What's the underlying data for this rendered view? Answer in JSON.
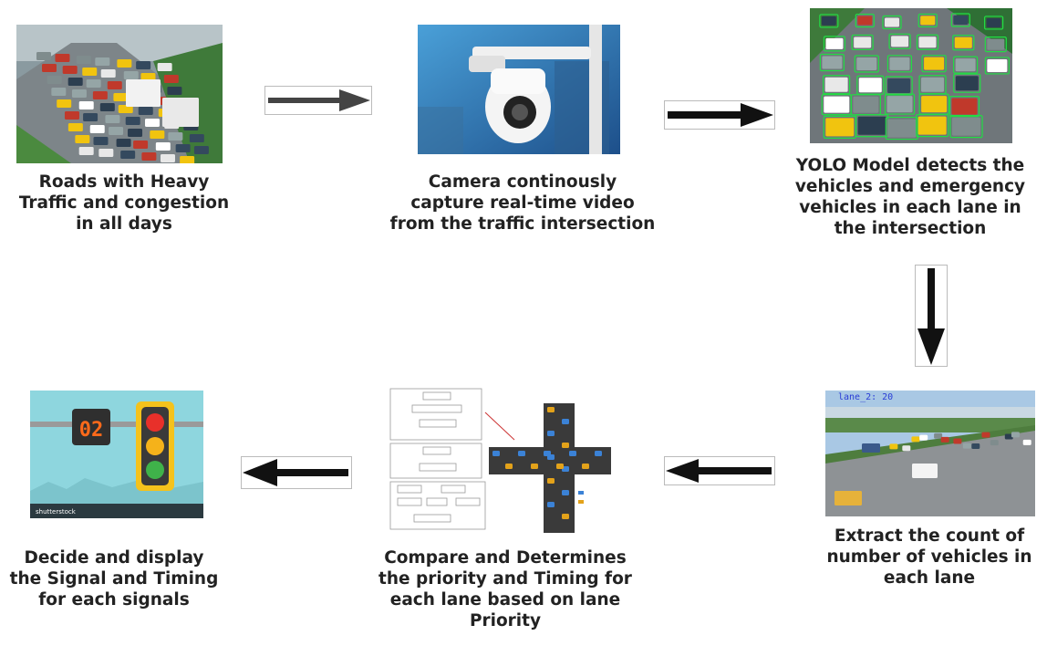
{
  "colors": {
    "arrow": "#222222",
    "text": "#222222",
    "detect_box": "#22dd44"
  },
  "steps": [
    {
      "id": "traffic",
      "caption": "Roads with Heavy\nTraffic and congestion\nin all days",
      "image": "traffic-congestion-photo"
    },
    {
      "id": "camera",
      "caption": "Camera continously\ncapture real-time video\nfrom the traffic intersection",
      "image": "cctv-camera-photo"
    },
    {
      "id": "yolo",
      "caption": "YOLO Model detects  the\nvehicles and emergency\nvehicles in each lane in\nthe intersection",
      "image": "yolo-detection-photo"
    },
    {
      "id": "count",
      "caption": "Extract the count  of\nnumber of vehicles in\neach lane",
      "image": "lane-count-photo",
      "overlay_text": "lane_2: 20"
    },
    {
      "id": "compare",
      "caption": "Compare and Determines\nthe priority and Timing for\neach lane based on lane\nPriority",
      "image": "priority-flowchart-intersection"
    },
    {
      "id": "signal",
      "caption": "Decide and display\nthe Signal and Timing\nfor each signals",
      "image": "traffic-signal-illustration",
      "countdown": "02",
      "watermark": "shutterstock"
    }
  ],
  "arrows": [
    {
      "from": "traffic",
      "to": "camera",
      "direction": "right"
    },
    {
      "from": "camera",
      "to": "yolo",
      "direction": "right"
    },
    {
      "from": "yolo",
      "to": "count",
      "direction": "down"
    },
    {
      "from": "count",
      "to": "compare",
      "direction": "left"
    },
    {
      "from": "compare",
      "to": "signal",
      "direction": "left"
    }
  ]
}
